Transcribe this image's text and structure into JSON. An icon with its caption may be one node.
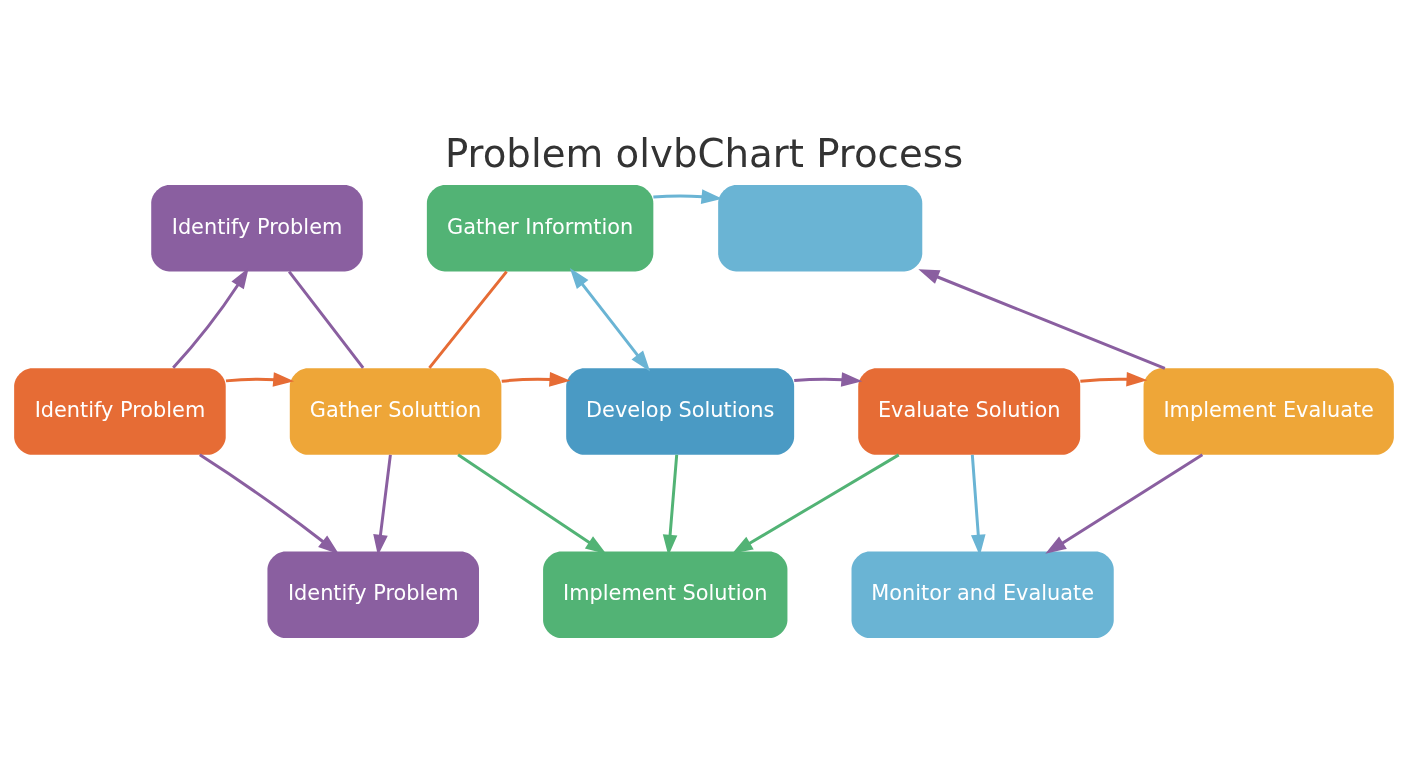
{
  "diagram": {
    "title": "Problem olvbChart Process",
    "nodes": [
      {
        "text": [
          "Identify Problem"
        ]
      },
      {
        "text": [
          "Gather Informtion"
        ]
      },
      {
        "text": [],
        "shape": "box"
      },
      {
        "text": [
          "Identify Problem"
        ]
      },
      {
        "text": [
          "Gather Soluttion"
        ]
      },
      {
        "text": [
          "Develop Solutions"
        ]
      },
      {
        "text": [
          "Evaluate Solution"
        ]
      },
      {
        "text": [
          "Implement Evaluate"
        ]
      },
      {
        "text": [
          "Identify Problem"
        ]
      },
      {
        "text": [
          "Implement Solution"
        ]
      },
      {
        "text": [
          "Monitor and Evaluate"
        ]
      }
    ],
    "edges": [
      {
        "from": 3,
        "to": 4,
        "arrow": "to",
        "color": "#e66c35"
      },
      {
        "from": 4,
        "to": 5,
        "arrow": "to",
        "color": "#e66c35"
      },
      {
        "from": 5,
        "to": 6,
        "arrow": "to",
        "color": "#8a5fa0"
      },
      {
        "from": 6,
        "to": 7,
        "arrow": "to",
        "color": "#e66c35"
      },
      {
        "from": 3,
        "to": 0,
        "arrow": "to",
        "color": "#8a5fa0"
      },
      {
        "from": 3,
        "to": 8,
        "arrow": "to",
        "color": "#8a5fa0"
      },
      {
        "from": 1,
        "to": 5,
        "arrow": "both",
        "color": "#6ab4d4"
      },
      {
        "from": 5,
        "to": 9,
        "arrow": "to",
        "color": "#52b375"
      },
      {
        "from": 7,
        "to": 2,
        "arrow": "to",
        "color": "#8a5fa0"
      },
      {
        "from": 7,
        "to": 10,
        "arrow": "to",
        "color": "#8a5fa0"
      },
      {
        "from": 0,
        "to": 4,
        "arrow": "none",
        "color": "#8a5fa0"
      },
      {
        "from": 1,
        "to": 4,
        "arrow": "none",
        "color": "#e66c35"
      },
      {
        "from": 1,
        "to": 2,
        "arrow": "to",
        "color": "#6ab4d4"
      },
      {
        "from": 4,
        "to": 8,
        "arrow": "to",
        "color": "#8a5fa0"
      },
      {
        "from": 4,
        "to": 9,
        "arrow": "to",
        "color": "#52b375"
      },
      {
        "from": 6,
        "to": 9,
        "arrow": "to",
        "color": "#52b375"
      },
      {
        "from": 6,
        "to": 10,
        "arrow": "to",
        "color": "#6ab4d4"
      }
    ]
  }
}
